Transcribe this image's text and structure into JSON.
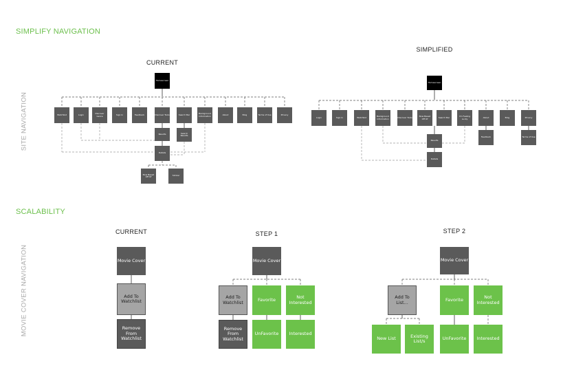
{
  "sections": {
    "nav_title": "SIMPLIFY NAVIGATION",
    "scal_title": "SCALABILITY",
    "site_nav_label": "SITE NAVIGATION",
    "movie_nav_label": "MOVIE COVER NAVIGATION"
  },
  "site_nav": {
    "current": {
      "heading": "CURRENT",
      "root": "Homescreen",
      "level1": [
        "Watchlist",
        "Login",
        "Discover Genre",
        "Sign In",
        "Feedback",
        "Discover Tools",
        "Search Bar",
        "Background Information",
        "About",
        "Blog",
        "Terms of Use",
        "Privacy"
      ],
      "results": "Results",
      "search_results": "Search Results",
      "details": "Details",
      "level4": [
        "Now Based Off Of",
        "Similar"
      ]
    },
    "simplified": {
      "heading": "SIMPLIFIED",
      "root": "Homescreen",
      "level1": [
        "Login",
        "Sign In",
        "Watchlist",
        "Background Information",
        "Discover Tools",
        "Now Based Off Of",
        "Search Bar",
        "I'm Feeling Lucky",
        "About",
        "Blog",
        "Privacy"
      ],
      "feedback": "Feedback",
      "terms": "Terms of Use",
      "results": "Results",
      "details": "Details"
    }
  },
  "movie_nav": {
    "current": {
      "heading": "CURRENT",
      "cover": "Movie Cover",
      "add": "Add To Watchlist",
      "remove": "Remove From Watchlist"
    },
    "step1": {
      "heading": "STEP 1",
      "cover": "Movie Cover",
      "add": "Add To Watchlist",
      "remove": "Remove From Watchlist",
      "favorite": "Favorite",
      "unfavorite": "UnFavorite",
      "not_interested": "Not Interested",
      "interested": "Interested"
    },
    "step2": {
      "heading": "STEP 2",
      "cover": "Movie Cover",
      "add": "Add To List...",
      "new_list": "New List",
      "existing": "Existing List/s",
      "favorite": "Favorite",
      "unfavorite": "UnFavorite",
      "not_interested": "Not Interested",
      "interested": "Interested"
    }
  },
  "colors": {
    "accent_green": "#6cc24a",
    "title_green": "#6bbf4b",
    "node_dark": "#5a5a5a",
    "node_light": "#a5a5a5",
    "root_black": "#000000"
  }
}
